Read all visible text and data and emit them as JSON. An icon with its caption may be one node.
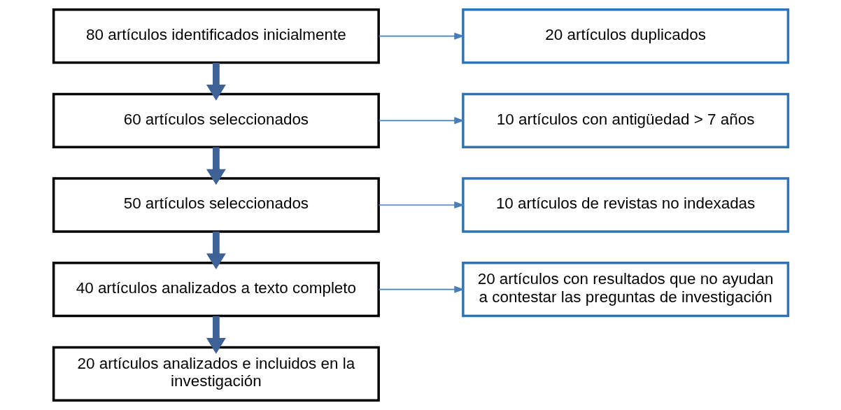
{
  "diagram": {
    "nodes": [
      {
        "text": [
          "80 artículos identificados inicialmente"
        ]
      },
      {
        "text": [
          "60 artículos seleccionados"
        ]
      },
      {
        "text": [
          "50 artículos seleccionados"
        ]
      },
      {
        "text": [
          "40 artículos analizados a texto completo"
        ]
      },
      {
        "text": [
          "20 artículos analizados e incluidos en la investigación"
        ]
      },
      {
        "text": [
          "20 artículos duplicados"
        ]
      },
      {
        "text": [
          "10 artículos con antigüedad > 7 años"
        ]
      },
      {
        "text": [
          "10 artículos de revistas no indexadas"
        ]
      },
      {
        "text": [
          "20 artículos con resultados que no ayudan a contestar las preguntas de investigación"
        ]
      }
    ],
    "edges": [
      {
        "from": 0,
        "to": 5,
        "arrow": "to",
        "color": "#4a7ebb"
      },
      {
        "from": 0,
        "to": 1,
        "arrow": "to",
        "style": "thick",
        "color": "#3e6295"
      },
      {
        "from": 1,
        "to": 6,
        "arrow": "to",
        "color": "#4a7ebb"
      },
      {
        "from": 1,
        "to": 2,
        "arrow": "to",
        "style": "thick",
        "color": "#3e6295"
      },
      {
        "from": 2,
        "to": 7,
        "arrow": "to",
        "color": "#4a7ebb"
      },
      {
        "from": 2,
        "to": 3,
        "arrow": "to",
        "style": "thick",
        "color": "#3e6295"
      },
      {
        "from": 3,
        "to": 8,
        "arrow": "to",
        "color": "#4a7ebb"
      },
      {
        "from": 3,
        "to": 4,
        "arrow": "to",
        "style": "thick",
        "color": "#3e6295"
      }
    ]
  }
}
